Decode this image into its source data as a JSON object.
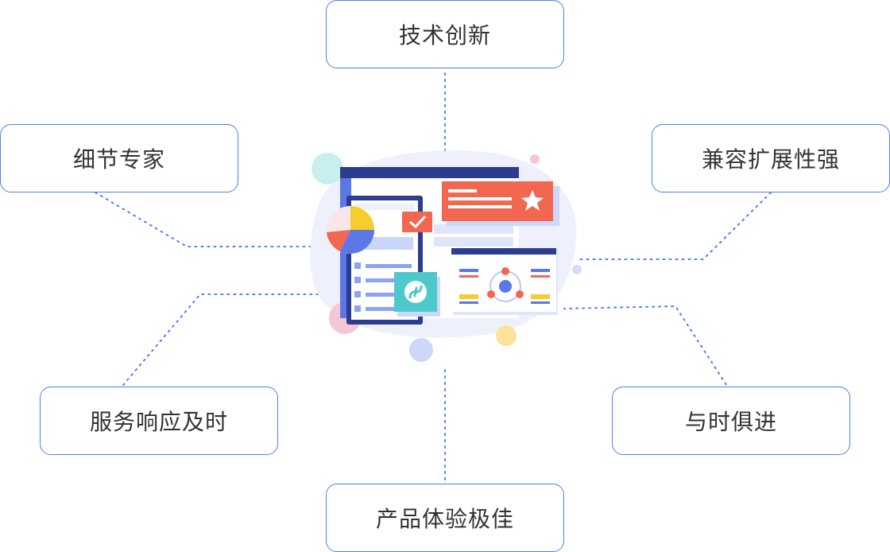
{
  "features": {
    "top": "技术创新",
    "left_top": "细节专家",
    "right_top": "兼容扩展性强",
    "left_bottom": "服务响应及时",
    "right_bottom": "与时俱进",
    "bottom": "产品体验极佳"
  },
  "colors": {
    "border": "#4f7ff0",
    "connector": "#4f7ff0",
    "text": "#333333",
    "navy": "#2c3d8f",
    "red": "#f2674f",
    "yellow": "#f5cd2d",
    "teal": "#4ec9cb",
    "lavender": "#eef1fb"
  },
  "illustration": {
    "icons": [
      "dashboard-window-icon",
      "pie-chart-icon",
      "star-icon",
      "checkmark-icon",
      "mini-program-icon",
      "network-icon"
    ]
  }
}
